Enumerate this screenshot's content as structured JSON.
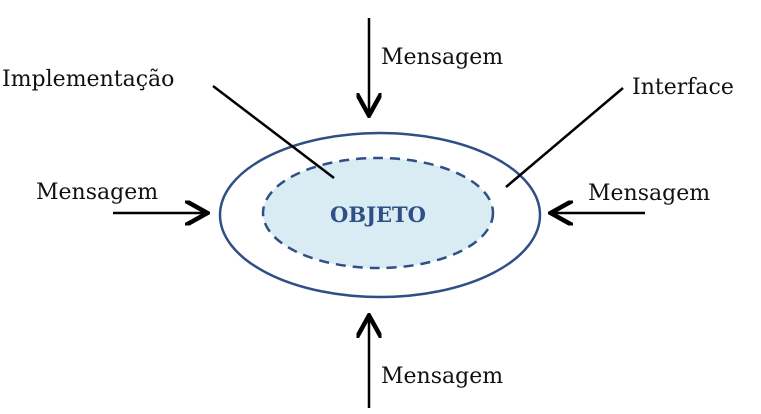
{
  "diagram": {
    "center_label": "OBJETO",
    "labels": {
      "implementation": "Implementação",
      "interface": "Interface",
      "message_top": "Mensagem",
      "message_left": "Mensagem",
      "message_right": "Mensagem",
      "message_bottom": "Mensagem"
    },
    "colors": {
      "outer_stroke": "#2f4f86",
      "inner_stroke": "#2f4f86",
      "inner_fill": "#d9ebf3",
      "center_text": "#2f4f86",
      "arrows": "#000000",
      "text": "#111111"
    }
  }
}
